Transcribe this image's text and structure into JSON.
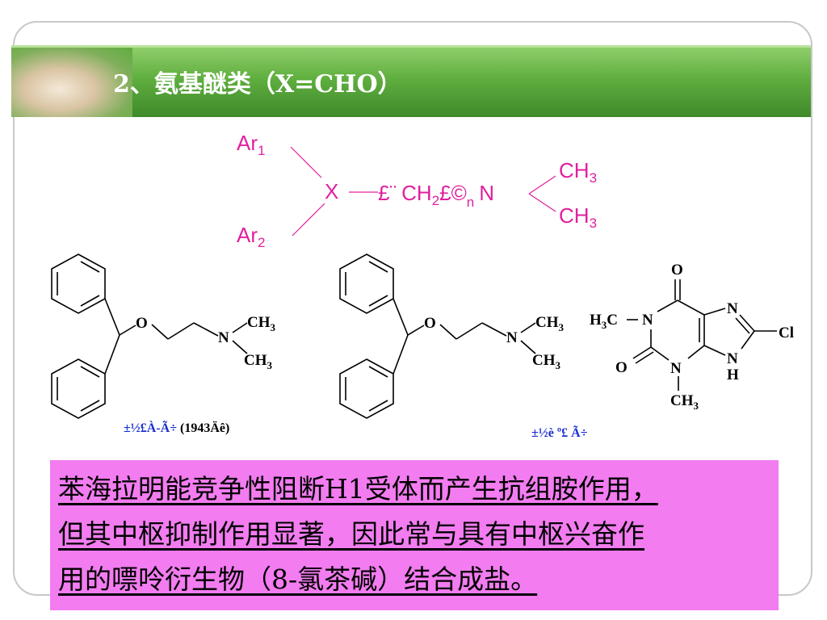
{
  "slide": {
    "title": "2、氨基醚类（X=CHO）"
  },
  "general_structure": {
    "ar1": "Ar",
    "ar1_sub": "1",
    "ar2": "Ar",
    "ar2_sub": "2",
    "x": "X",
    "chain_prefix": "£¨",
    "ch2": "CH",
    "ch2_sub": "2",
    "chain_suffix": "£©",
    "n_sub": "n",
    "n": "N",
    "ch3_top": "CH",
    "ch3_top_sub": "3",
    "ch3_bottom": "CH",
    "ch3_bottom_sub": "3"
  },
  "molecules": {
    "left": {
      "o": "O",
      "n": "N",
      "ch3_top": "CH",
      "ch3_top_sub": "3",
      "ch3_bottom": "CH",
      "ch3_bottom_sub": "3",
      "caption_blue": "±½£À-Ã÷",
      "caption_black": "(1943Äê)"
    },
    "middle": {
      "o": "O",
      "n": "N",
      "ch3_top": "CH",
      "ch3_top_sub": "3",
      "ch3_bottom": "CH",
      "ch3_bottom_sub": "3",
      "caption_blue": "±½è º£ Ã÷"
    },
    "right": {
      "o_top": "O",
      "n1": "N",
      "h3c": "H",
      "h3c_sub": "3",
      "h3c_c": "C",
      "n7": "N",
      "cl": "Cl",
      "n9": "N",
      "h9": "H",
      "o_left": "O",
      "n3": "N",
      "ch3": "CH",
      "ch3_sub": "3"
    }
  },
  "note": {
    "lines": [
      "苯海拉明能竞争性阻断H1受体而产生抗组胺作用，",
      "但其中枢抑制作用显著，因此常与具有中枢兴奋作",
      "用的嘌呤衍生物（8-氯茶碱）结合成盐。"
    ]
  },
  "colors": {
    "banner_green": "#5fae3f",
    "structure_magenta": "#e0209f",
    "caption_blue": "#1a2fcf",
    "note_pink": "#f27cf0"
  }
}
